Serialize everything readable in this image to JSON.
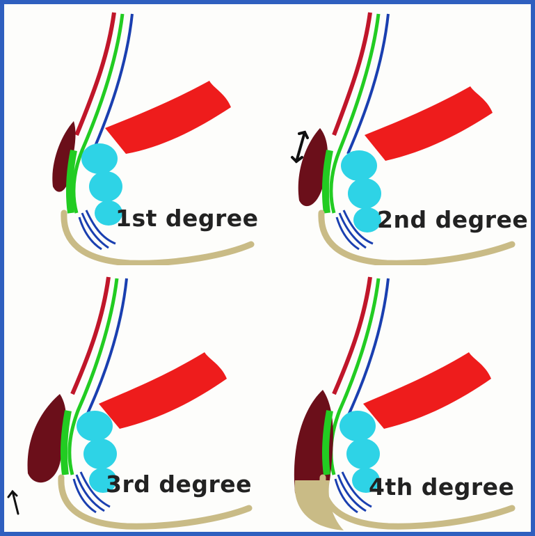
{
  "panels": [
    {
      "id": "p1",
      "label": "1st degree"
    },
    {
      "id": "p2",
      "label": "2nd degree"
    },
    {
      "id": "p3",
      "label": "3rd degree"
    },
    {
      "id": "p4",
      "label": "4th degree"
    }
  ],
  "colors": {
    "border": "#2f5fbf",
    "muscle": "#ee1c1c",
    "artery": "#c0162a",
    "hemorrhoid": "#6b0f1a",
    "mucosa": "#22cc22",
    "vein": "#1a3fb0",
    "sphincter": "#2ed3e6",
    "skin": "#c9bb86"
  }
}
